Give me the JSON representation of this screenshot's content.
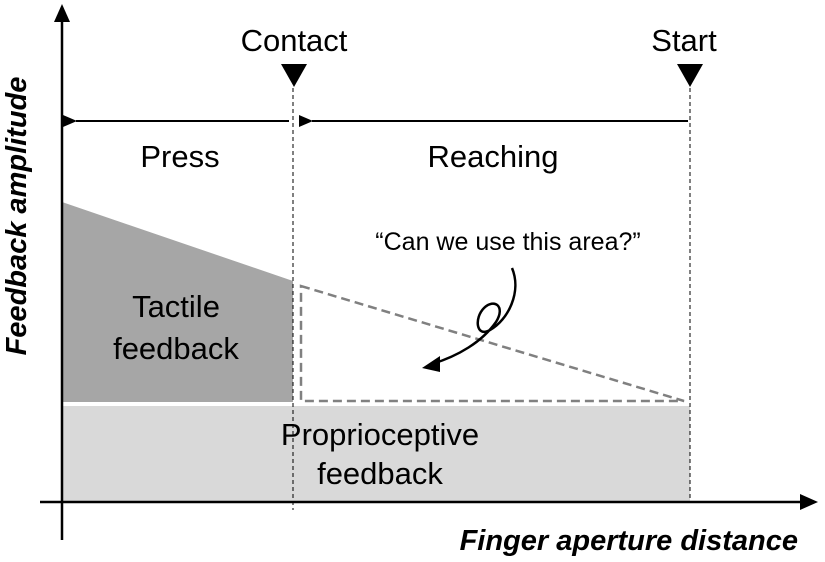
{
  "axes": {
    "y_label": "Feedback amplitude",
    "x_label": "Finger aperture distance"
  },
  "markers": {
    "contact": "Contact",
    "start": "Start"
  },
  "phases": {
    "press": "Press",
    "reaching": "Reaching"
  },
  "regions": {
    "tactile_line1": "Tactile",
    "tactile_line2": "feedback",
    "proprio_line1": "Proprioceptive",
    "proprio_line2": "feedback",
    "question": "“Can we use this area?”"
  },
  "colors": {
    "tactile": "#a6a6a6",
    "proprioceptive": "#d9d9d9",
    "dashed_outline": "#808080",
    "ink": "#000000"
  }
}
